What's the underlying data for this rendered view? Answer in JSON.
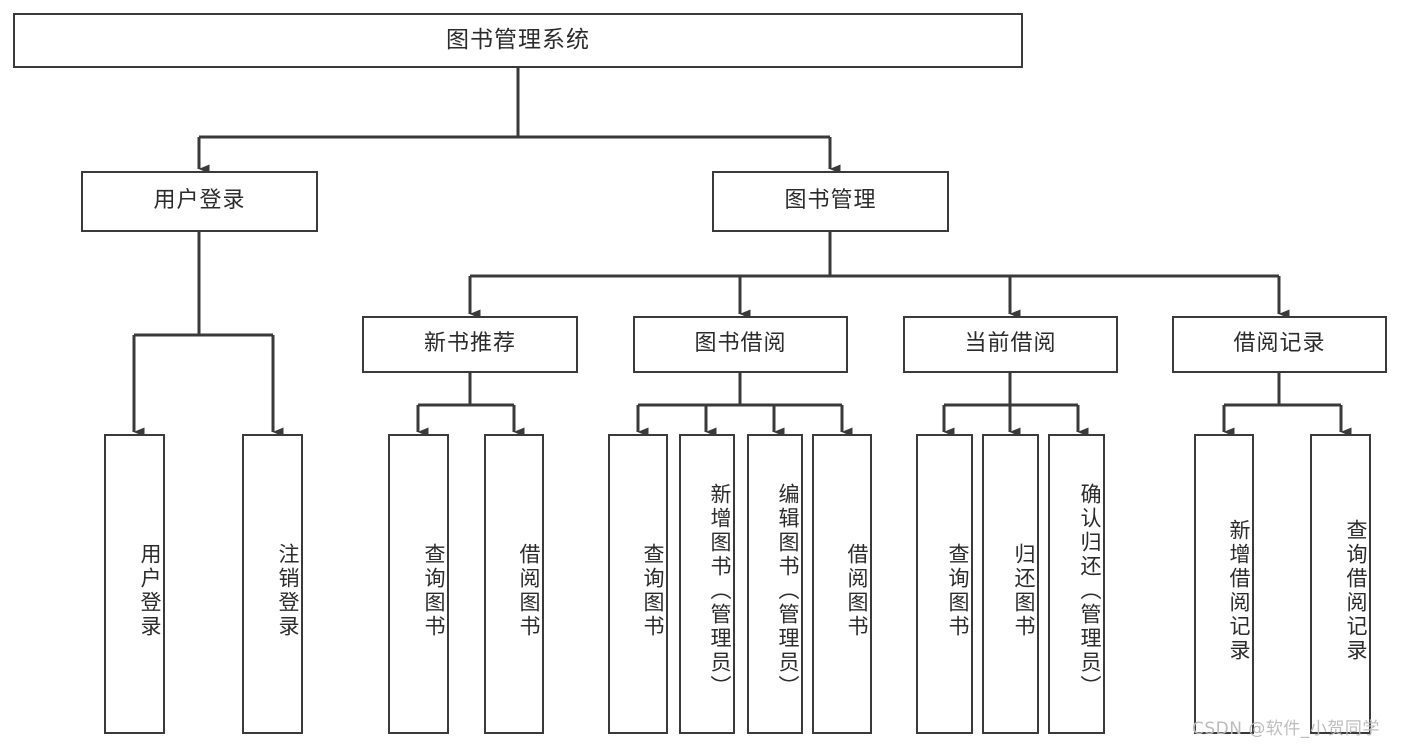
{
  "diagram": {
    "title": "图书管理系统",
    "watermark": "CSDN @软件_小贺同学",
    "accent_color": "#3a3a3a",
    "background_color": "#ffffff",
    "nodes": {
      "root": "图书管理系统",
      "user_login": "用户登录",
      "book_manage": "图书管理",
      "new_book_rec": "新书推荐",
      "book_borrow": "图书借阅",
      "current_borrow": "当前借阅",
      "borrow_record": "借阅记录",
      "leaf_user_login": "用户登录",
      "leaf_logout": "注销登录",
      "leaf_query_book_1": "查询图书",
      "leaf_borrow_book_1": "借阅图书",
      "leaf_query_book_2": "查询图书",
      "leaf_add_book_admin": "新增图书（管理员）",
      "leaf_edit_book_admin": "编辑图书（管理员）",
      "leaf_borrow_book_2": "借阅图书",
      "leaf_query_book_3": "查询图书",
      "leaf_return_book": "归还图书",
      "leaf_confirm_return_admin": "确认归还（管理员）",
      "leaf_add_borrow_record": "新增借阅记录",
      "leaf_query_borrow_record": "查询借阅记录"
    }
  }
}
